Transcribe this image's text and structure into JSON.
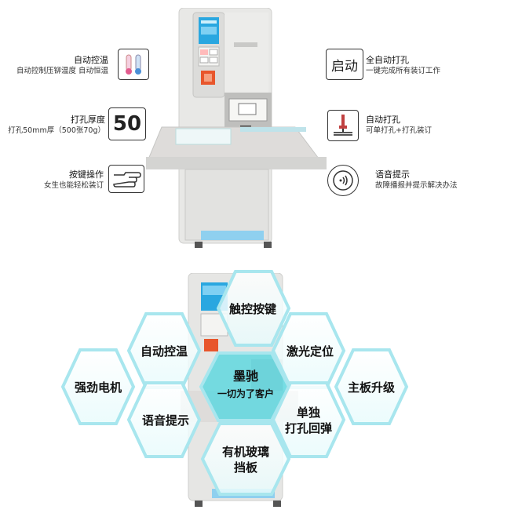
{
  "top": {
    "features_left": [
      {
        "title": "自动控温",
        "subtitle": "自动控制压铆温度 自动恒温"
      },
      {
        "title": "打孔厚度",
        "subtitle": "打孔50mm厚（500张70g）"
      },
      {
        "title": "按键操作",
        "subtitle": "女生也能轻松装订"
      }
    ],
    "features_right": [
      {
        "title": "全自动打孔",
        "subtitle": "一键完成所有装订工作"
      },
      {
        "title": "自动打孔",
        "subtitle": "可单打孔+打孔装订"
      },
      {
        "title": "语音提示",
        "subtitle": "故障播报并提示解决办法"
      }
    ],
    "thickness_value": "50",
    "start_label": "启动",
    "icons": [
      "thermometer-icon",
      "hand-pointer-icon",
      "drill-icon",
      "speaker-icon"
    ]
  },
  "bottom": {
    "center": {
      "line1": "墨驰",
      "line2": "一切为了客户"
    },
    "hexes": [
      {
        "lines": [
          "触控按键"
        ]
      },
      {
        "lines": [
          "自动控温"
        ]
      },
      {
        "lines": [
          "激光定位"
        ]
      },
      {
        "lines": [
          "强劲电机"
        ]
      },
      {
        "lines": [
          "主板升级"
        ]
      },
      {
        "lines": [
          "语音提示"
        ]
      },
      {
        "lines": [
          "单独",
          "打孔回弹"
        ]
      },
      {
        "lines": [
          "有机玻璃",
          "挡板"
        ]
      }
    ]
  },
  "colors": {
    "hex_outline": "#a8e6ee",
    "center_fill": "#5fd7df",
    "machine": "#e6e6e4",
    "screen": "#2aa7e0",
    "base_blue": "#8fd0ef"
  }
}
